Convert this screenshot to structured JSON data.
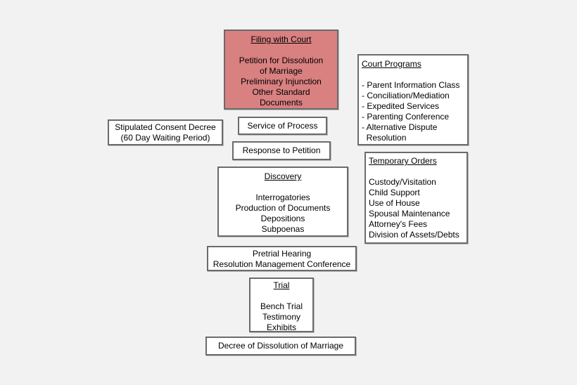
{
  "colors": {
    "filing_fill": "#d98080",
    "border": "#6b6b6b",
    "background": "#f2f2f2"
  },
  "filing": {
    "heading": "Filing with Court",
    "items": [
      "Petition for Dissolution",
      "of Marriage",
      "Preliminary Injunction",
      "Other Standard",
      "Documents"
    ]
  },
  "stipulated": {
    "lines": [
      "Stipulated Consent Decree",
      "(60 Day Waiting Period)"
    ]
  },
  "service": {
    "label": "Service of Process"
  },
  "response": {
    "label": "Response to Petition"
  },
  "discovery": {
    "heading": "Discovery",
    "items": [
      "Interrogatories",
      "Production of Documents",
      "Depositions",
      "Subpoenas"
    ]
  },
  "pretrial": {
    "lines": [
      "Pretrial Hearing",
      "Resolution Management Conference"
    ]
  },
  "trial": {
    "heading": "Trial",
    "items": [
      "Bench Trial",
      "Testimony",
      "Exhibits"
    ]
  },
  "decree": {
    "label": "Decree of Dissolution of Marriage"
  },
  "court_programs": {
    "heading": "Court Programs",
    "items": [
      "- Parent Information Class",
      "- Conciliation/Mediation",
      "- Expedited Services",
      "- Parenting Conference",
      "- Alternative Dispute",
      "  Resolution"
    ]
  },
  "temporary_orders": {
    "heading": "Temporary Orders",
    "items": [
      "Custody/Visitation",
      "Child Support",
      "Use of House",
      "Spousal Maintenance",
      "Attorney's Fees",
      "Division of Assets/Debts"
    ]
  }
}
